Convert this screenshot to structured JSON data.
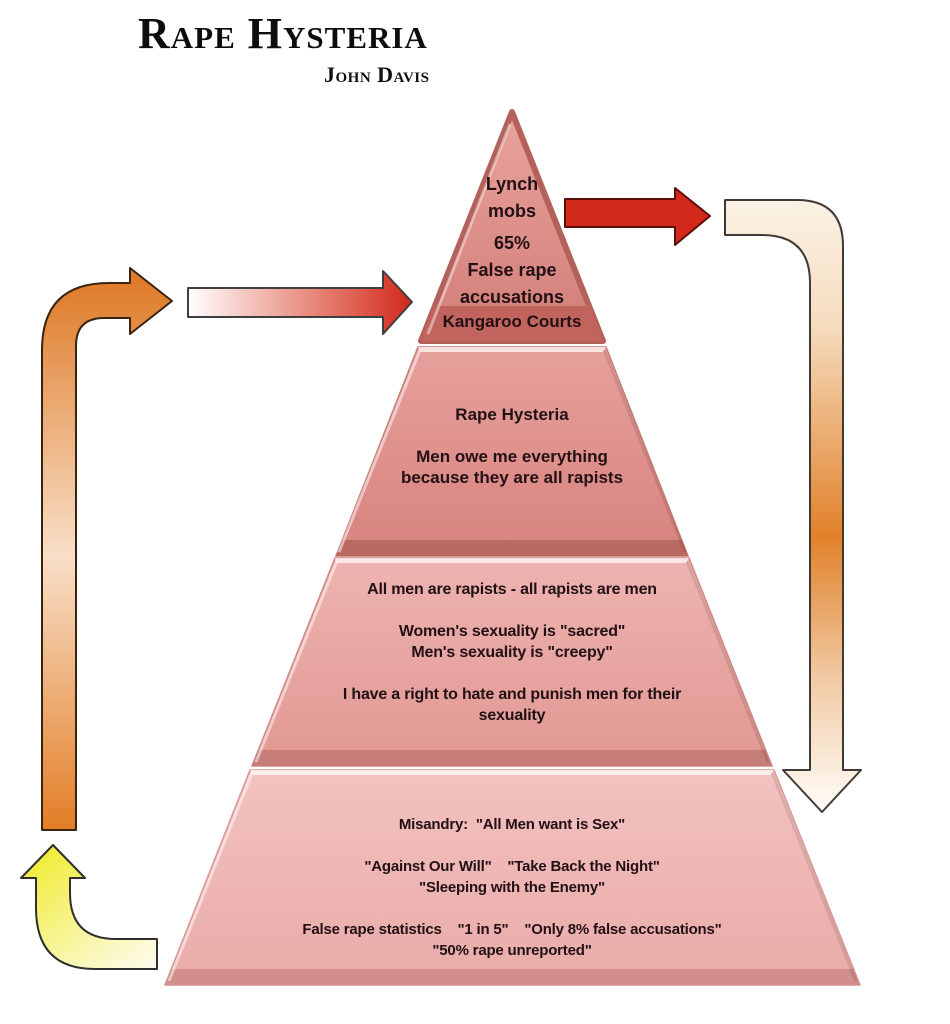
{
  "title": "Rape Hysteria",
  "author": "John Davis",
  "pyramid": {
    "level1": {
      "group1": [
        "Lynch",
        "mobs"
      ],
      "group2": [
        "65%",
        "False rape",
        "accusations"
      ],
      "group3": [
        "Kangaroo Courts"
      ]
    },
    "level2": {
      "group1": [
        "Rape Hysteria",
        "",
        "Men owe me everything",
        "because they are all rapists"
      ]
    },
    "level3": {
      "group1": [
        "All men are rapists - all rapists are men",
        "",
        "Women's sexuality is \"sacred\"",
        "Men's sexuality is \"creepy\"",
        "",
        "I have a right to hate and punish men for their",
        "sexuality"
      ]
    },
    "level4": {
      "group1": [
        "Misandry:  \"All Men want is Sex\"",
        "",
        "\"Against Our Will\"    \"Take Back the Night\"",
        "\"Sleeping with the Enemy\"",
        "",
        "False rape statistics    \"1 in 5\"    \"Only 8% false accusations\"",
        "\"50% rape unreported\""
      ]
    }
  },
  "colors": {
    "level1_face": "#db8d88",
    "level1_edge": "#b4615a",
    "level1_bottom_band": "#c1645d",
    "level2_face": "#dd908c",
    "level2_bottom_band": "#bb6a63",
    "level3_face": "#e8acaa",
    "level3_bottom_band": "#c77e78",
    "level4_face": "#eebbb9",
    "level4_bottom_band": "#d18e8a",
    "arrow_red": "#d2291b",
    "arrow_orange": "#e07e2d",
    "arrow_yellow": "#f1ec3a",
    "arrow_cream": "#fbf2e4",
    "text": "#221015",
    "background": "#ffffff"
  }
}
